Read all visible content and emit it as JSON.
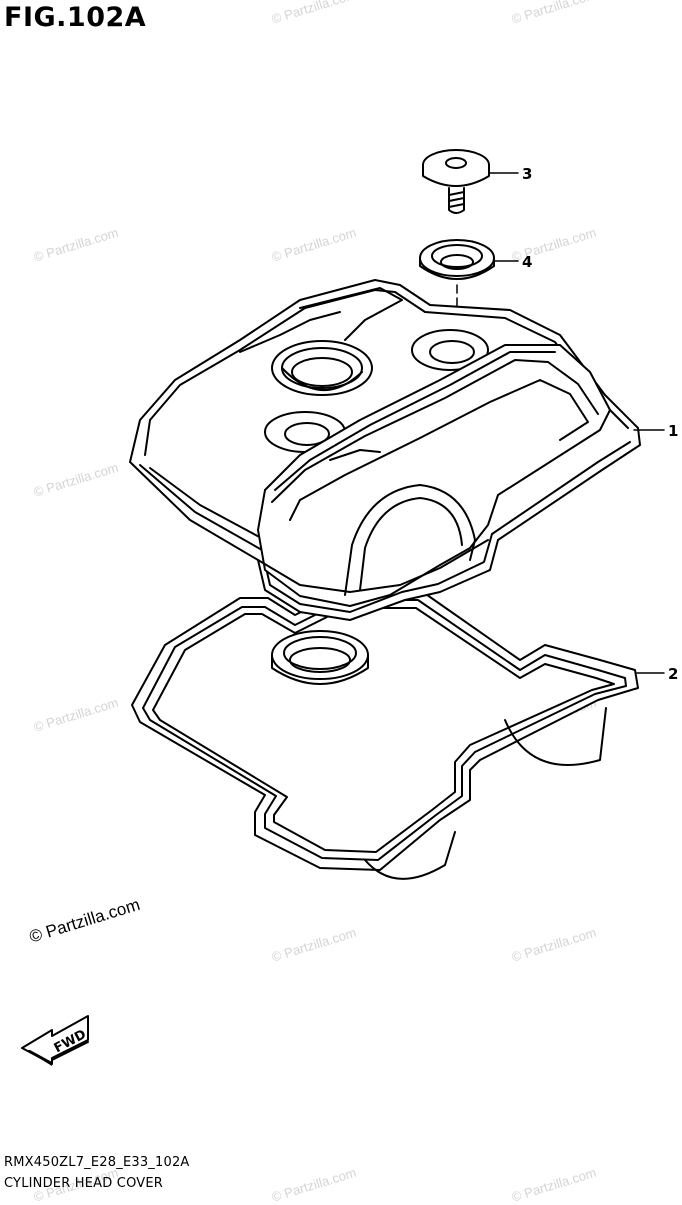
{
  "figure": {
    "title": "FIG.102A",
    "code": "RMX450ZL7_E28_E33_102A",
    "name": "CYLINDER HEAD COVER"
  },
  "copyright": "© Partzilla.com",
  "watermark": "© Partzilla.com",
  "direction_badge": "FWD",
  "callouts": [
    {
      "label": "1",
      "part": "cylinder-head-cover"
    },
    {
      "label": "2",
      "part": "cylinder-head-cover-gasket"
    },
    {
      "label": "3",
      "part": "bolt"
    },
    {
      "label": "4",
      "part": "washer-seal"
    }
  ]
}
